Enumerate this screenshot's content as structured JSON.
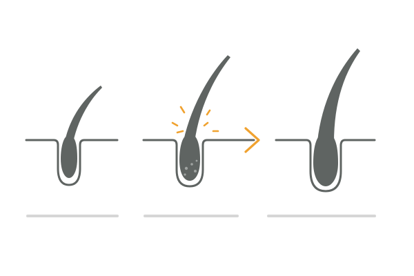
{
  "diagram": {
    "stages": [
      {
        "name": "stage-1-thin-hair",
        "icon": "hair-follicle-small-icon"
      },
      {
        "name": "stage-2-stimulated-hair",
        "icon": "hair-follicle-activated-icon"
      },
      {
        "name": "stage-3-thick-hair",
        "icon": "hair-follicle-large-icon"
      }
    ],
    "connector_icon": "arrow-right-icon",
    "colors": {
      "hair": "#5f6462",
      "skin_line": "#5f6462",
      "follicle_outline": "#5f6462",
      "accent": "#f0a22f",
      "underline": "#d6d6d6",
      "background": "#ffffff"
    }
  }
}
